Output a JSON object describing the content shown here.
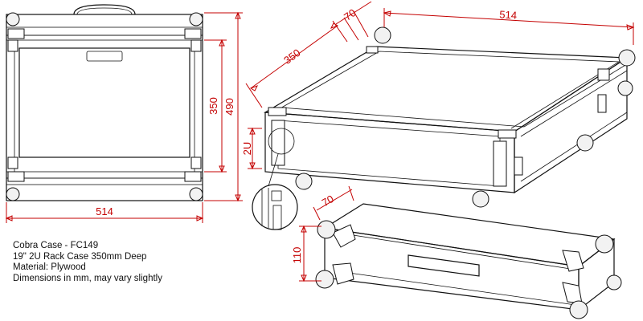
{
  "front_view": {
    "width_label": "514",
    "inner_height_label": "350",
    "outer_height_label": "490"
  },
  "iso_view": {
    "depth_label": "350",
    "corner_label": "70",
    "width_label": "514",
    "rack_units_label": "2U"
  },
  "side_view": {
    "corner_label": "70",
    "height_label": "110"
  },
  "notes": [
    "Cobra Case - FC149",
    "19\" 2U Rack Case 350mm Deep",
    "Material: Plywood",
    "Dimensions in mm, may vary slightly"
  ],
  "colors": {
    "dimension": "#c40000",
    "outline": "#111111"
  }
}
